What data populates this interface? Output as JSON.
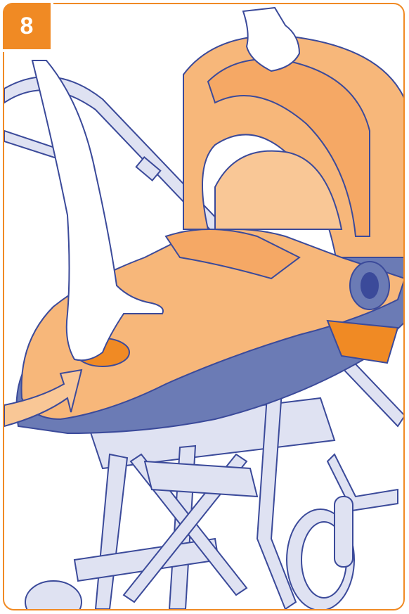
{
  "step": {
    "number": "8"
  },
  "colors": {
    "accent": "#f08a24",
    "seat_fabric": "#f7b77a",
    "seat_shadow": "#6b7bb5",
    "frame_line": "#3b4a9a",
    "frame_fill": "#dfe2f2",
    "latch": "#f08a24"
  },
  "illustration": {
    "subject": "stroller-with-carrycot",
    "action": "hand-pressing-release-under-footrest",
    "arrow_direction": "up-right"
  }
}
